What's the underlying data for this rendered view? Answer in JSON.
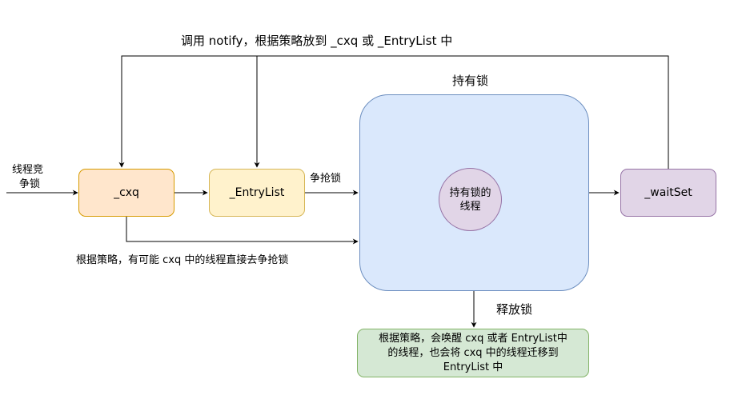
{
  "nodes": {
    "cxq": {
      "label": "_cxq",
      "fill": "#ffe6cc",
      "stroke": "#d79b00"
    },
    "entry_list": {
      "label": "_EntryList",
      "fill": "#fff2cc",
      "stroke": "#d6b656"
    },
    "owner_area": {
      "fill": "#dae8fc",
      "stroke": "#6c8ebf"
    },
    "owner_thread": {
      "line1": "持有锁的",
      "line2": "线程",
      "fill": "#e1d5e7",
      "stroke": "#9673a6"
    },
    "wait_set": {
      "label": "_waitSet",
      "fill": "#e1d5e7",
      "stroke": "#9673a6"
    },
    "release_note": {
      "line1": "根据策略，会唤醒 cxq 或者 EntryList中",
      "line2": "的线程，也会将 cxq 中的线程迁移到",
      "line3": "EntryList 中",
      "fill": "#d5e8d4",
      "stroke": "#82b366"
    }
  },
  "labels": {
    "notify": "调用 notify，根据策略放到 _cxq 或 _EntryList 中",
    "hold_lock": "持有锁",
    "compete_line1": "线程竞",
    "compete_line2": "争锁",
    "contend": "争抢锁",
    "direct_contend": "根据策略，有可能 cxq 中的线程直接去争抢锁",
    "release": "释放锁"
  },
  "edge_color": "#000000"
}
